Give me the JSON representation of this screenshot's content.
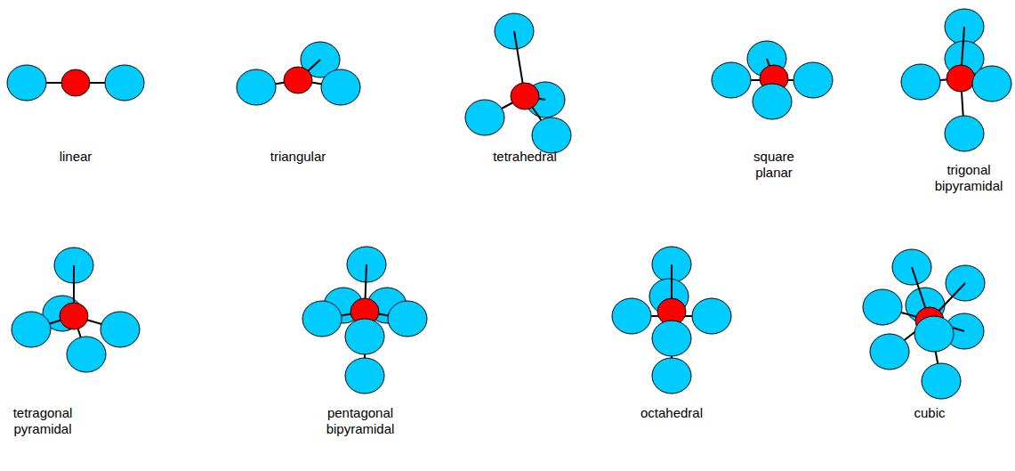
{
  "diagram": {
    "labels": [
      "linear",
      "triangular",
      "tetrahedral",
      "square planar",
      "trigonal bipyramidal",
      "tetragonal pyramidal",
      "pentagonal bipyramidal",
      "octahedral",
      "cubic"
    ]
  }
}
